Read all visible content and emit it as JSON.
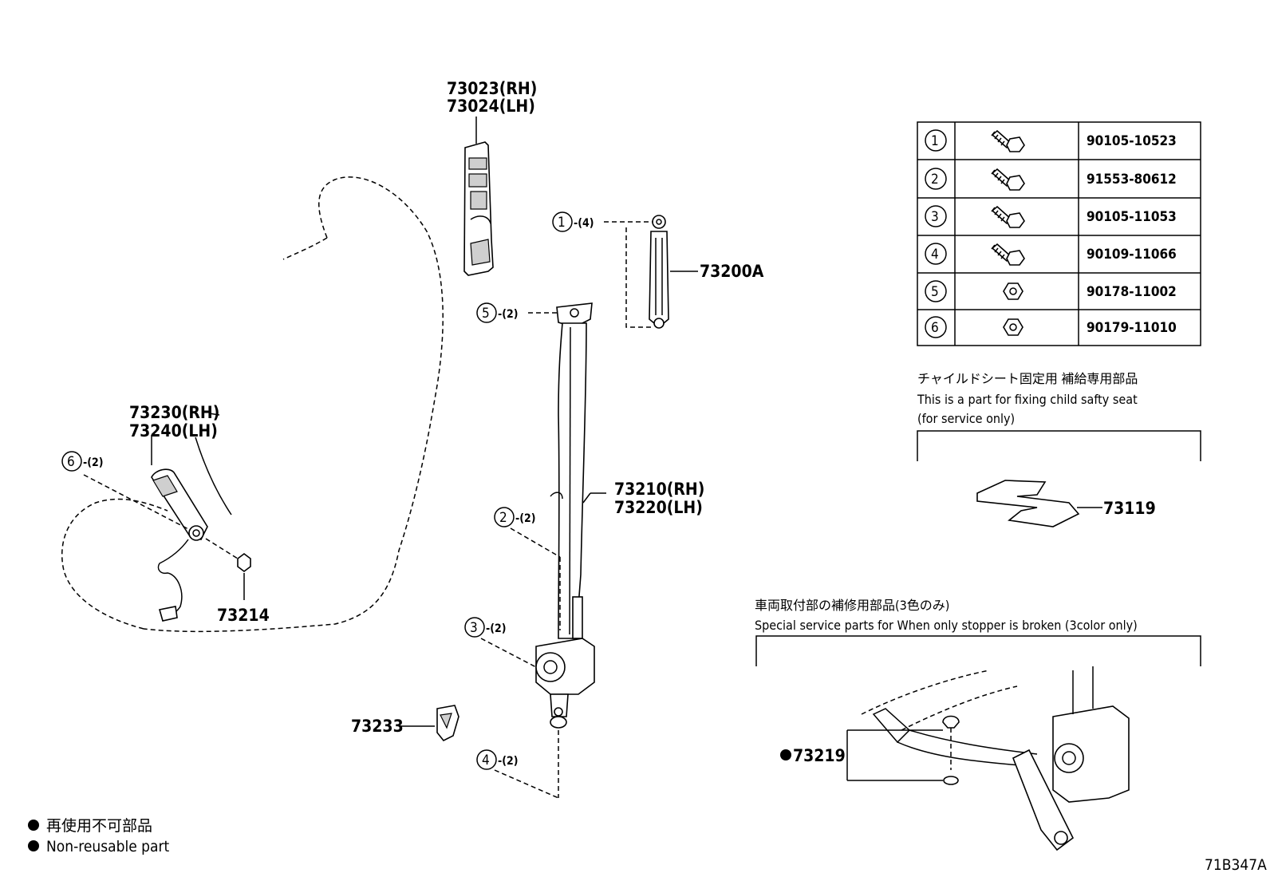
{
  "labels": {
    "p73023": "73023(RH)",
    "p73024": "73024(LH)",
    "p73200a": "73200A",
    "p73230": "73230(RH)",
    "p73240": "73240(LH)",
    "p73214": "73214",
    "p73210": "73210(RH)",
    "p73220": "73220(LH)",
    "p73233": "73233",
    "p73119": "73119",
    "p73219": "73219"
  },
  "callouts": [
    {
      "num": "1",
      "qty": "-(4)"
    },
    {
      "num": "5",
      "qty": "-(2)"
    },
    {
      "num": "6",
      "qty": "-(2)"
    },
    {
      "num": "2",
      "qty": "-(2)"
    },
    {
      "num": "3",
      "qty": "-(2)"
    },
    {
      "num": "4",
      "qty": "-(2)"
    }
  ],
  "fastener_table": {
    "rows": [
      {
        "num": "1",
        "icon": "bolt-icon",
        "part": "90105-10523"
      },
      {
        "num": "2",
        "icon": "bolt-icon",
        "part": "91553-80612"
      },
      {
        "num": "3",
        "icon": "bolt-icon",
        "part": "90105-11053"
      },
      {
        "num": "4",
        "icon": "bolt-icon",
        "part": "90109-11066"
      },
      {
        "num": "5",
        "icon": "nut-icon",
        "part": "90178-11002"
      },
      {
        "num": "6",
        "icon": "nut-icon",
        "part": "90179-11010"
      }
    ]
  },
  "notes": {
    "child_jp": "チャイルドシート固定用 補給専用部品",
    "child_en1": "This is a part for fixing child safty seat",
    "child_en2": "(for service only)",
    "stopper_jp": "車両取付部の補修用部品(3色のみ)",
    "stopper_en": "Special service parts for When only stopper is broken (3color only)"
  },
  "legend": {
    "jp": "再使用不可部品",
    "en": "Non-reusable part"
  },
  "diagram_id": "71B347A"
}
